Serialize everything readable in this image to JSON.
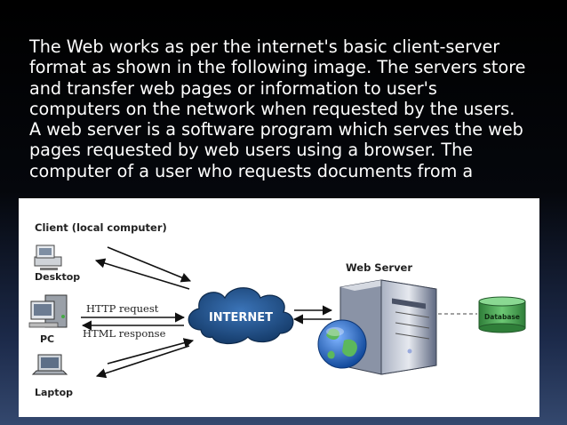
{
  "slide": {
    "text_lines": [
      "The Web works as per the internet's basic client-server",
      "format as shown in the following image. The servers store",
      "and transfer web pages or information to user's",
      "computers on the network when requested by the users.",
      "A web server is a software program which serves the web",
      "pages requested by web users using a browser. The",
      "computer of a user who requests documents from a"
    ]
  },
  "diagram": {
    "client_title": "Client (local computer)",
    "clients": {
      "desktop": "Desktop",
      "pc": "PC",
      "laptop": "Laptop"
    },
    "http_request": "HTTP request",
    "html_response": "HTML response",
    "internet": "INTERNET",
    "web_server": "Web Server",
    "database": "Database",
    "colors": {
      "cloud": "#1f4f86",
      "globe": "#2f6fc9",
      "server": "#6a7690",
      "database": "#3f9d4a"
    },
    "icons": [
      "desktop-icon",
      "pc-icon",
      "laptop-icon",
      "cloud-icon",
      "server-icon",
      "globe-icon",
      "database-icon"
    ]
  }
}
